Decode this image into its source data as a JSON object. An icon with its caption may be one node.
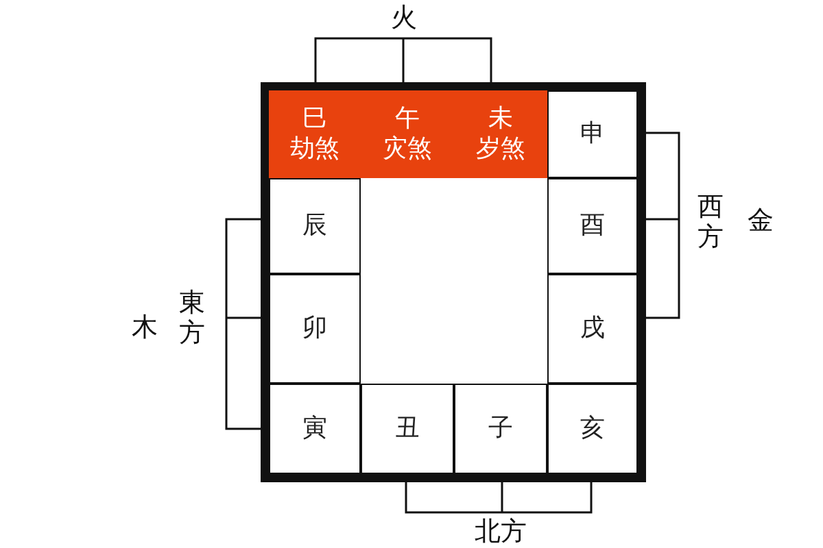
{
  "diagram": {
    "nodes": [
      {
        "text": [
          "巳",
          "劫煞"
        ]
      },
      {
        "text": [
          "午",
          "灾煞"
        ]
      },
      {
        "text": [
          "未",
          "岁煞"
        ]
      },
      {
        "text": [
          "申"
        ]
      },
      {
        "text": [
          "辰"
        ]
      },
      {
        "text": [
          "酉"
        ]
      },
      {
        "text": [
          "卯"
        ]
      },
      {
        "text": [
          "戌"
        ]
      },
      {
        "text": [
          "寅"
        ]
      },
      {
        "text": [
          "丑"
        ]
      },
      {
        "text": [
          "子"
        ]
      },
      {
        "text": [
          "亥"
        ]
      }
    ],
    "labels": [
      "火",
      "東方",
      "木",
      "西方",
      "金",
      "北方"
    ]
  }
}
